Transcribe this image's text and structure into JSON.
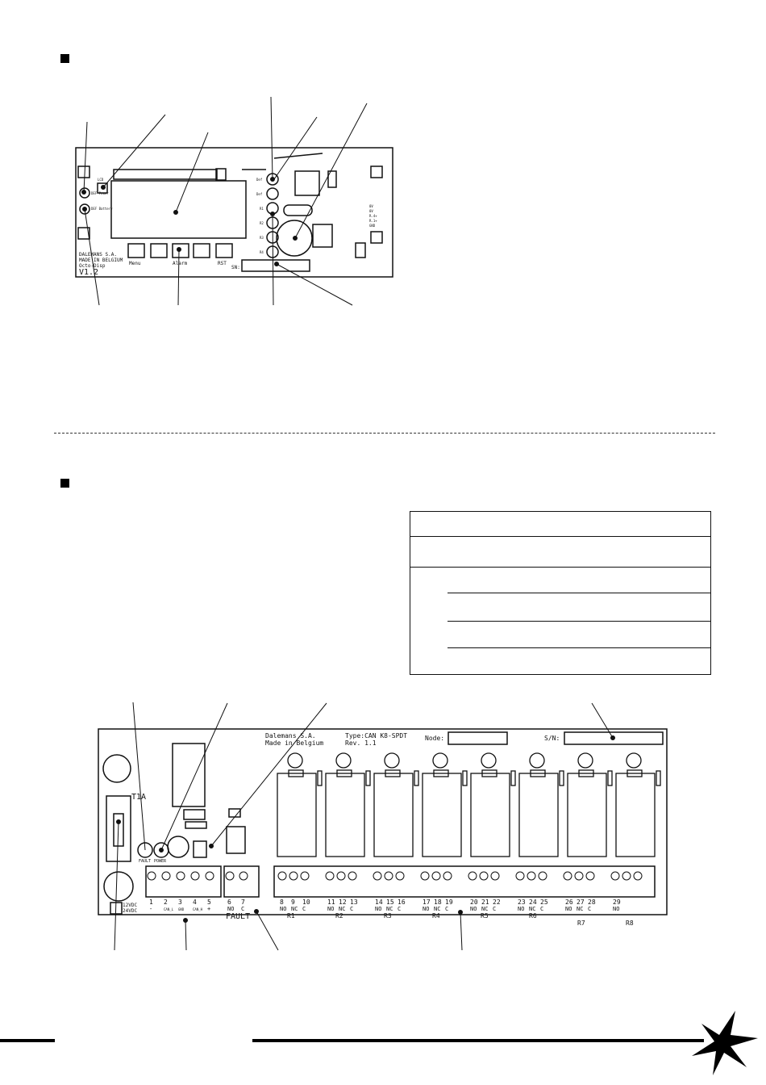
{
  "display_board": {
    "company": "DALEMANS S.A.",
    "made_in": "MADE IN BELGIUM",
    "model": "Octo-Disp",
    "version": "V1.2",
    "led_power": "DEF Power",
    "led_battery": "DEF Battery",
    "lcd_label": "LCD",
    "btn_menu": "Menu",
    "btn_alarm": "Alarm",
    "btn_rst": "RST",
    "sn_label": "SN:",
    "led_column": [
      "Def",
      "Def",
      "R1",
      "R2",
      "R3",
      "R4"
    ],
    "right_labels": [
      "0V",
      "0V",
      "R.4+",
      "R.1+",
      "GND"
    ]
  },
  "relay_board": {
    "company": "Dalemans S.A.",
    "made_in": "Made in Belgium",
    "type": "Type:CAN K8-SPDT",
    "rev": "Rev. 1.1",
    "node_label": "Node:",
    "sn_label": "S/N:",
    "fuse": "T1A",
    "led_fault": "FAULT",
    "led_power": "POWER",
    "volt_12": "12VDC",
    "volt_24": "24VDC",
    "terminal_numbers": [
      "1",
      "2",
      "3",
      "4",
      "5",
      "6",
      "7",
      "8",
      "9",
      "10",
      "11",
      "12",
      "13",
      "14",
      "15",
      "16",
      "17",
      "18",
      "19",
      "20",
      "21",
      "22",
      "23",
      "24",
      "25",
      "26",
      "27",
      "28",
      "29"
    ],
    "terminal_sub": [
      "-",
      "CAN_L",
      "GND",
      "CAN_H",
      "+",
      "NO",
      "C",
      "NO",
      "NC",
      "C",
      "NO",
      "NC",
      "C",
      "NO",
      "NC",
      "C",
      "NO",
      "NC",
      "C",
      "NO",
      "NC",
      "C",
      "NO",
      "NC",
      "C",
      "NO",
      "NC",
      "C",
      "NO"
    ],
    "fault_label": "FAULT",
    "relays": [
      "R1",
      "R2",
      "R3",
      "R4",
      "R5",
      "R6",
      "R7",
      "R8"
    ]
  }
}
